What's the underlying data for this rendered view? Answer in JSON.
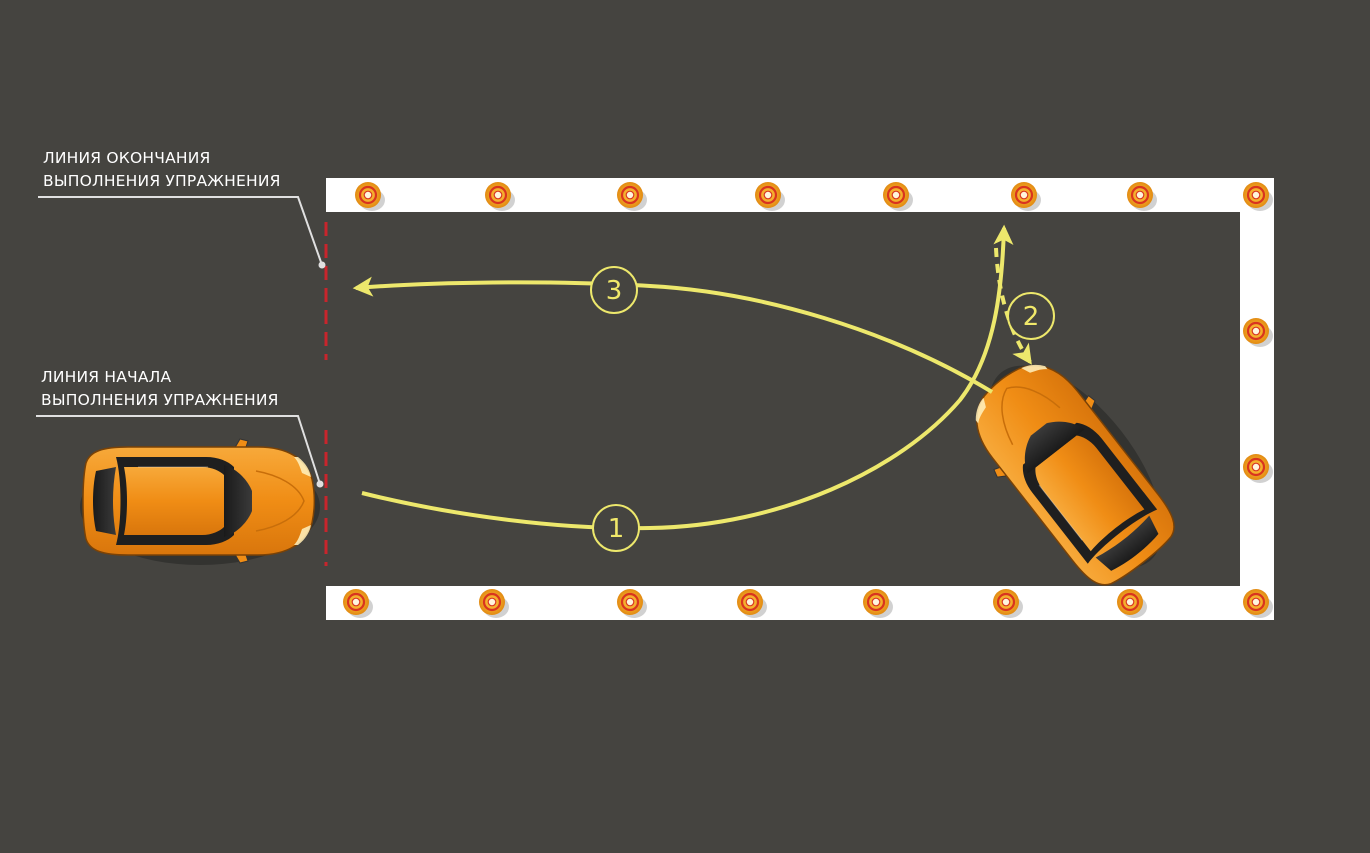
{
  "labels": {
    "finish_line": [
      "ЛИНИЯ ОКОНЧАНИЯ",
      "ВЫПОЛНЕНИЯ УПРАЖНЕНИЯ"
    ],
    "start_line": [
      "ЛИНИЯ НАЧАЛА",
      "ВЫПОЛНЕНИЯ УПРАЖНЕНИЯ"
    ]
  },
  "steps": [
    "1",
    "2",
    "3"
  ],
  "colors": {
    "asphalt": "#454440",
    "boundary": "#ffffff",
    "path": "#ede86c",
    "boundary_line": "#c8252c",
    "car_body": "#f0921a",
    "cone": "#f5a623"
  },
  "icons": {
    "car": "car-top-view-icon",
    "cone": "traffic-cone-icon"
  }
}
